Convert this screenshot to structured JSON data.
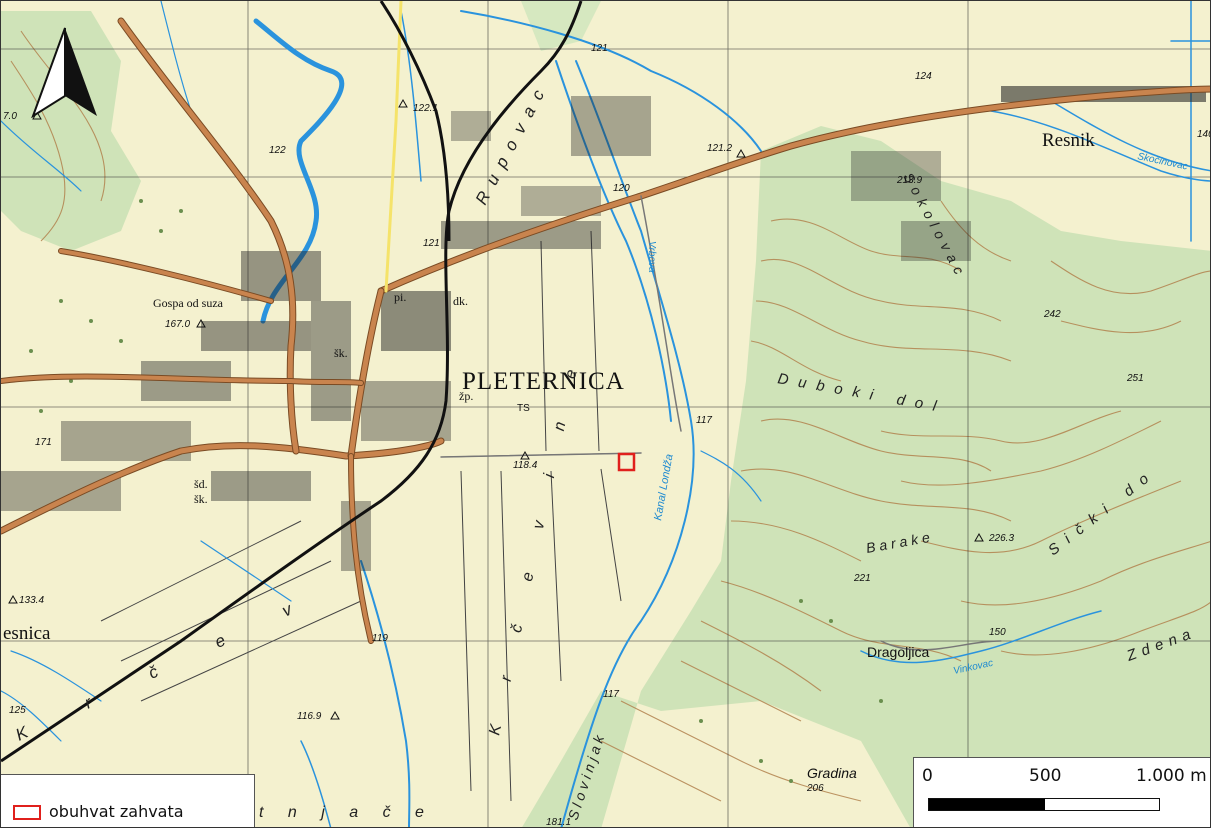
{
  "map": {
    "places": {
      "pleternica": "PLETERNICA",
      "resnik": "Resnik",
      "esnica": "esnica",
      "gospa_od_suza": "Gospa od suza",
      "dragoljica": "Dragoljica",
      "gradina": "Gradina"
    },
    "features": {
      "rupovac": "Rupovac",
      "sokolovac": "Sokolovac",
      "duboki_dol": "Duboki dol",
      "sicki_do": "Sički do",
      "barake": "Barake",
      "zdena": "Zdena",
      "slovinjak": "Slovinjak",
      "krcevine": "K r č e v i n e",
      "krcev": "K r č e v",
      "tnjace": "t n j a č e",
      "vrbova": "Vrbova",
      "kanal_londza": "Kanal Londža",
      "skocinovac": "Skočinovac",
      "vinkovac": "Vinkovac",
      "ts": "TS",
      "pi": "pi.",
      "dk": "dk.",
      "sk1": "šk.",
      "sk2": "šk.",
      "sd": "šd.",
      "zp": "žp."
    },
    "elevations": {
      "e121_top": "121",
      "e122_1": "122.1",
      "e122": "122",
      "e124": "124",
      "e121_2": "121.2",
      "e120": "120",
      "e121": "121",
      "e213_9": "213.9",
      "e242": "242",
      "e251": "251",
      "e167": "167.0",
      "e171": "171",
      "e117_a": "117",
      "e118_4": "118.4",
      "e226_3": "226.3",
      "e221": "221",
      "e133_4": "133.4",
      "e119": "119",
      "e150": "150",
      "e117_b": "117",
      "e116_9": "116.9",
      "e125": "125",
      "e181_1": "181.1",
      "e206": "206",
      "e140": "140",
      "e17": "7.0"
    }
  },
  "legend": {
    "item_label": "obuhvat zahvata",
    "swatch_color": "#e0201c"
  },
  "scale": {
    "label_0": "0",
    "label_500": "500",
    "label_1000": "1.000 m"
  },
  "colors": {
    "land": "#f4f1cf",
    "forest": "#cfe3b8",
    "water": "#2a93dd",
    "road_main": "#c9844e",
    "railway": "#111111",
    "contour": "#b2824e"
  },
  "icons": {
    "north": "north-arrow-icon"
  }
}
